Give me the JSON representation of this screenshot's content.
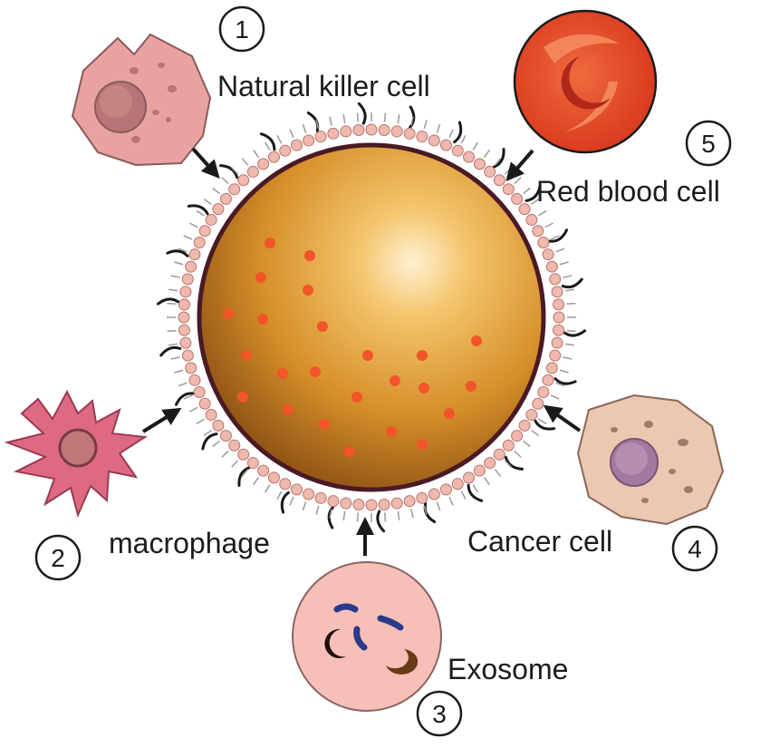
{
  "labels": {
    "nk": "Natural killer cell",
    "rbc": "Red blood cell",
    "macrophage": "macrophage",
    "exosome": "Exosome",
    "cancer": "Cancer cell"
  },
  "numbers": {
    "nk": "1",
    "macrophage": "2",
    "exosome": "3",
    "cancer": "4",
    "rbc": "5"
  },
  "colors": {
    "core_light": "#fde8b8",
    "core_mid": "#e3a23a",
    "core_dark": "#a8641a",
    "core_rim": "#4a1a24",
    "drug_dot": "#f2552a",
    "lipid_head": "#efb9ad",
    "lipid_head_stroke": "#b8736a",
    "lipid_tail": "#9a9a9a",
    "protein": "#1a1a1a",
    "nk_cell": "#e8a3a0",
    "macrophage_cell": "#dd6a82",
    "exosome_cell": "#f6c0b8",
    "cancer_cell": "#ecc7b2",
    "rbc_cell": "#e84a2a",
    "arrow": "#1a1a1a"
  }
}
